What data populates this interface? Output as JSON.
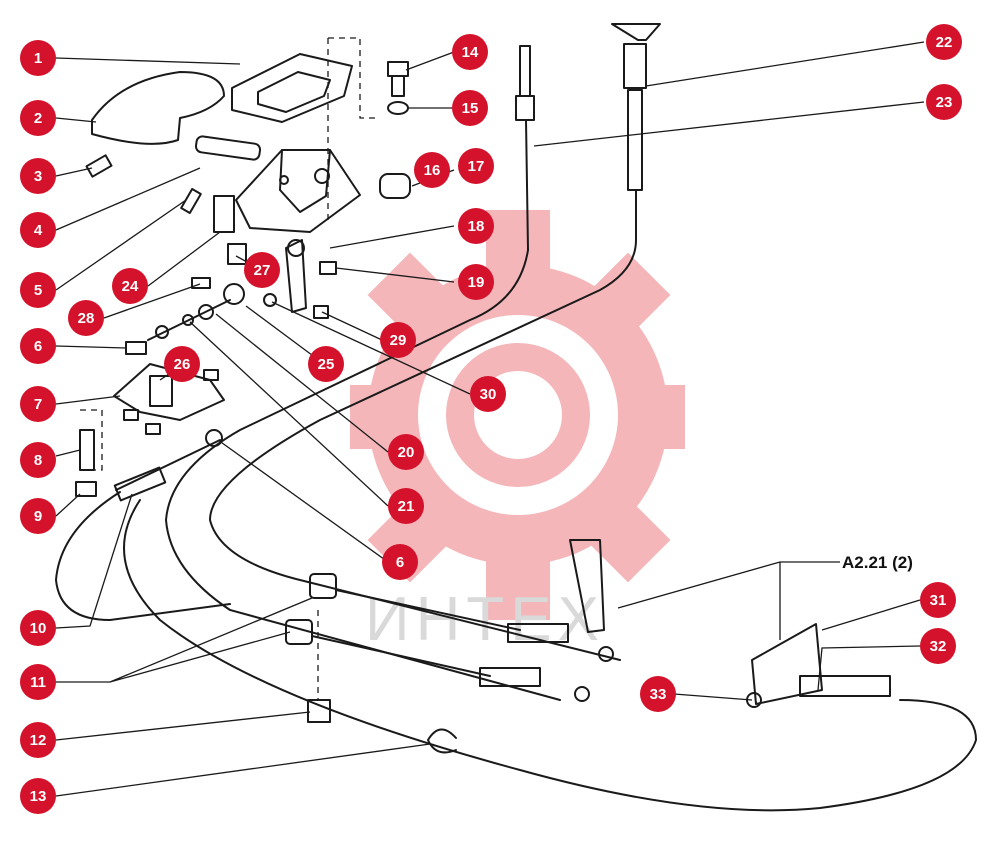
{
  "colors": {
    "badge": "#d4122b",
    "line": "#1a1a1a",
    "watermark": "#f2b3b3"
  },
  "reference_label": "A2.21 (2)",
  "watermark_text": "ИНТЕХ",
  "callouts": [
    {
      "number": "1"
    },
    {
      "number": "2"
    },
    {
      "number": "3"
    },
    {
      "number": "4"
    },
    {
      "number": "5"
    },
    {
      "number": "6"
    },
    {
      "number": "7"
    },
    {
      "number": "8"
    },
    {
      "number": "9"
    },
    {
      "number": "10"
    },
    {
      "number": "11"
    },
    {
      "number": "12"
    },
    {
      "number": "13"
    },
    {
      "number": "14"
    },
    {
      "number": "15"
    },
    {
      "number": "16"
    },
    {
      "number": "17"
    },
    {
      "number": "18"
    },
    {
      "number": "19"
    },
    {
      "number": "20"
    },
    {
      "number": "21"
    },
    {
      "number": "22"
    },
    {
      "number": "23"
    },
    {
      "number": "24"
    },
    {
      "number": "25"
    },
    {
      "number": "26"
    },
    {
      "number": "27"
    },
    {
      "number": "28"
    },
    {
      "number": "29"
    },
    {
      "number": "30"
    },
    {
      "number": "6"
    },
    {
      "number": "31"
    },
    {
      "number": "32"
    },
    {
      "number": "33"
    }
  ]
}
